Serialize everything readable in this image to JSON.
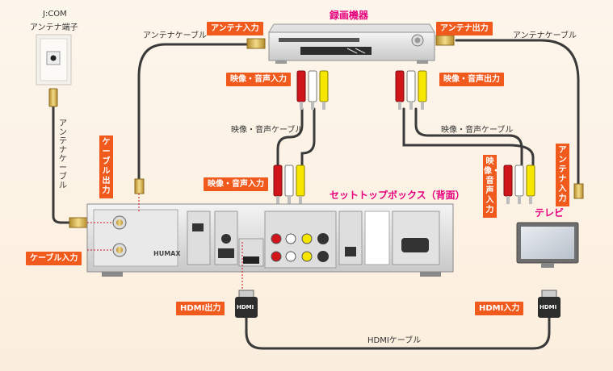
{
  "wall_jack": {
    "line1": "J:COM",
    "line2": "アンテナ端子"
  },
  "recorder": {
    "title": "録画機器"
  },
  "stb": {
    "title": "セットトップボックス（背面）",
    "brand": "HUMAX"
  },
  "tv": {
    "title": "テレビ"
  },
  "tags": {
    "antenna_in": "アンテナ入力",
    "antenna_out": "アンテナ出力",
    "av_in_recorder": "映像・音声入力",
    "av_out_recorder": "映像・音声出力",
    "av_in_stb": "映像・音声入力",
    "cable_out": "ケーブル出力",
    "cable_in": "ケーブル入力",
    "hdmi_out": "HDMI出力",
    "hdmi_in": "HDMI入力",
    "av_in_tv": "映像・音声入力",
    "antenna_in_tv": "アンテナ入力"
  },
  "cables": {
    "antenna_left": "アンテナケーブル",
    "antenna_right": "アンテナケーブル",
    "antenna_vertical": "アンテナケーブル",
    "av_left": "映像・音声ケーブル",
    "av_right": "映像・音声ケーブル",
    "hdmi": "HDMIケーブル"
  },
  "plug_label": "HDMI",
  "colors": {
    "tag": "#f05a1c",
    "title": "#e6007e",
    "cable": "#3a3a3a",
    "rca_red": "#d0151b",
    "rca_white": "#ffffff",
    "rca_yellow": "#f7e600"
  }
}
